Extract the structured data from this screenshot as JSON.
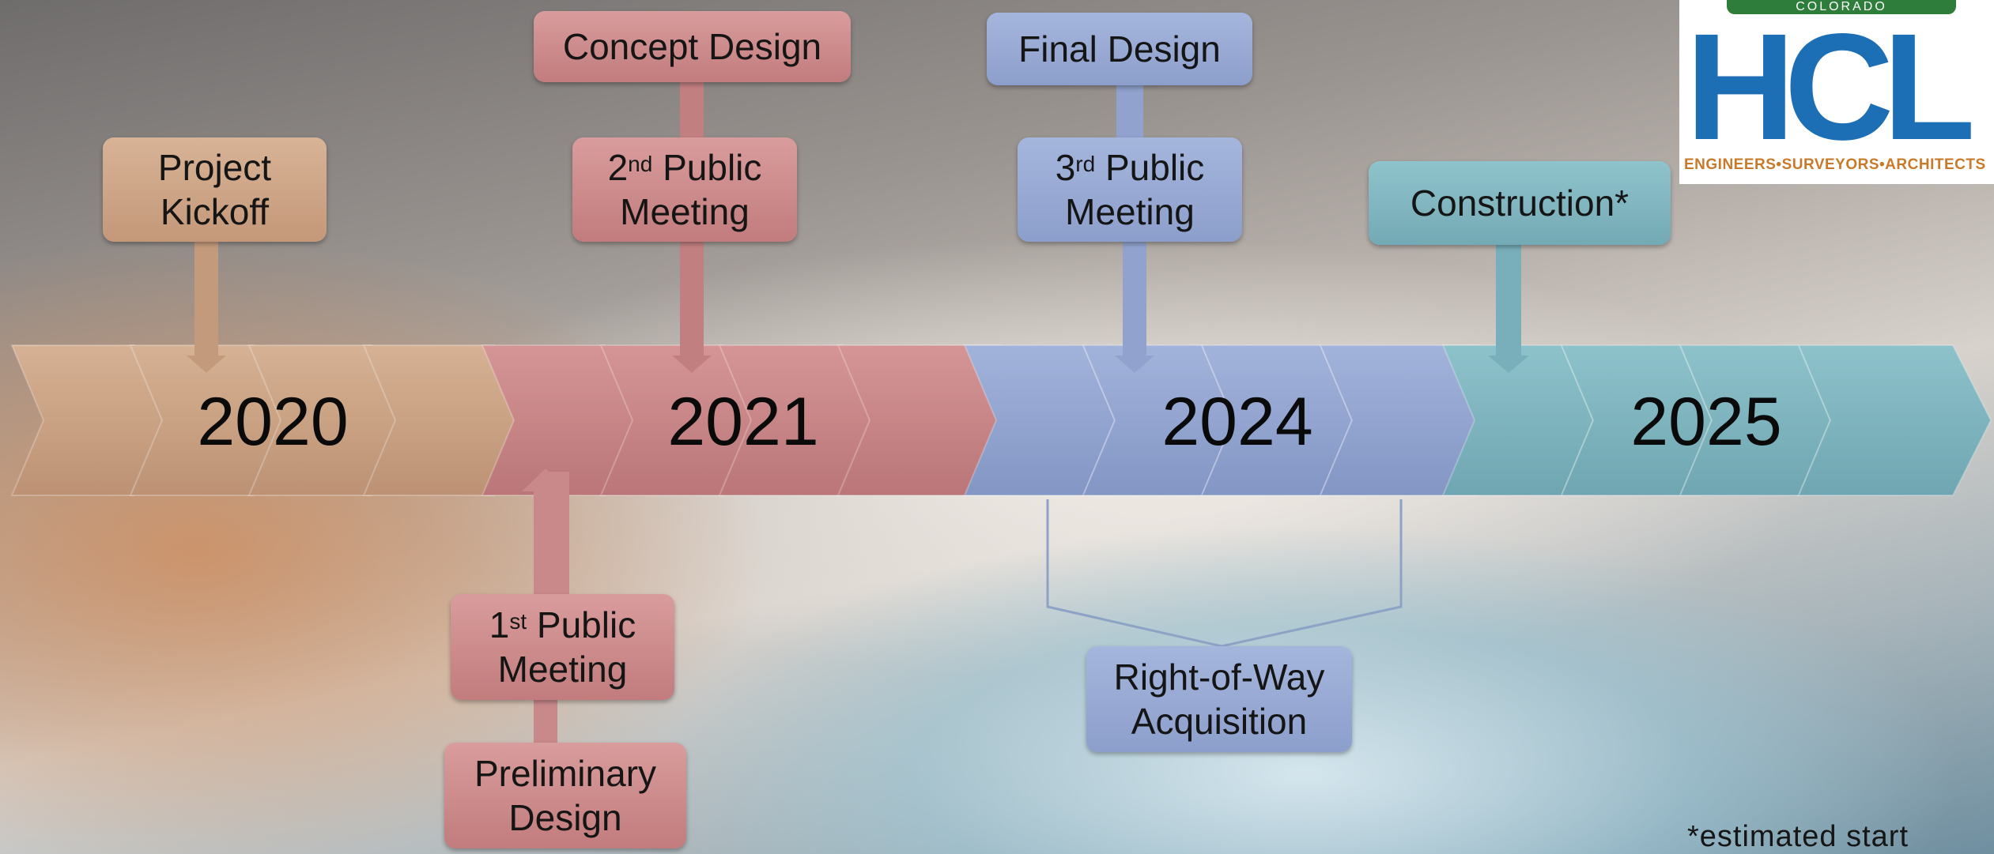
{
  "timeline": {
    "years": [
      "2020",
      "2021",
      "2024",
      "2025"
    ],
    "segment_colors": [
      "#c9a084",
      "#c98689",
      "#94a7d3",
      "#80b5bf"
    ]
  },
  "milestones": {
    "project_kickoff": "Project\nKickoff",
    "concept_design": "Concept Design",
    "second_meeting": {
      "ordinal": "2",
      "suffix": "nd",
      "rest": " Public\nMeeting"
    },
    "final_design": "Final Design",
    "third_meeting": {
      "ordinal": "3",
      "suffix": "rd",
      "rest": " Public\nMeeting"
    },
    "construction": "Construction*",
    "first_meeting": {
      "ordinal": "1",
      "suffix": "st",
      "rest": " Public\nMeeting"
    },
    "preliminary_design": "Preliminary\nDesign",
    "right_of_way": "Right-of-Way\nAcquisition"
  },
  "footnote": "*estimated start",
  "logo": {
    "band_text": "COLORADO",
    "name": "HCL",
    "tagline": "ENGINEERS•SURVEYORS•ARCHITECTS"
  }
}
